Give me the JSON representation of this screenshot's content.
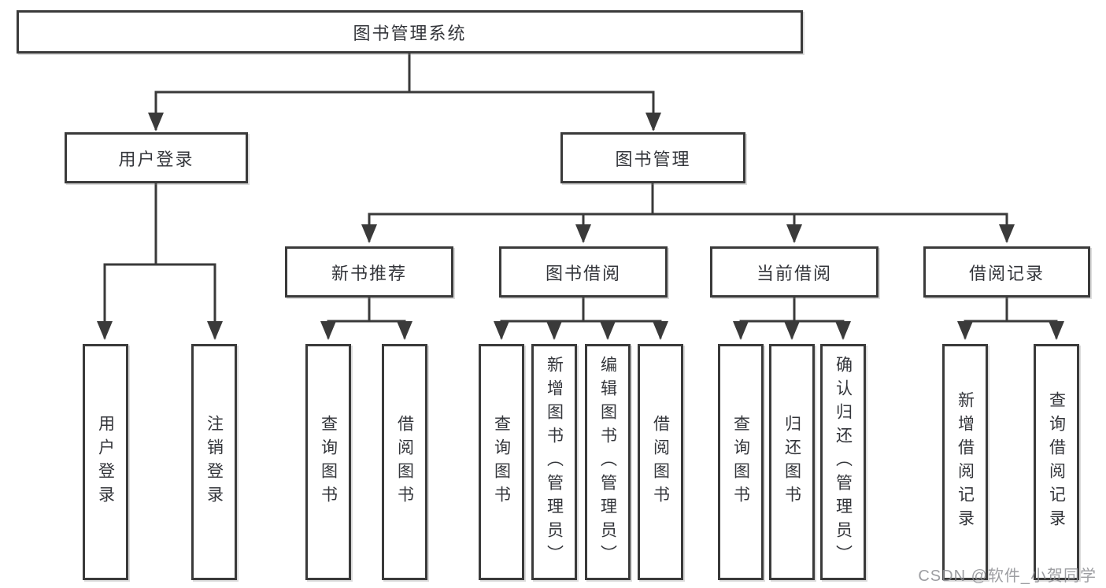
{
  "tree": {
    "root": {
      "label": "图书管理系统"
    },
    "level2": [
      {
        "label": "用户登录"
      },
      {
        "label": "图书管理"
      }
    ],
    "level3": [
      {
        "label": "新书推荐"
      },
      {
        "label": "图书借阅"
      },
      {
        "label": "当前借阅"
      },
      {
        "label": "借阅记录"
      }
    ],
    "leaves": [
      {
        "label": "用户登录"
      },
      {
        "label": "注销登录"
      },
      {
        "label": "查询图书"
      },
      {
        "label": "借阅图书"
      },
      {
        "label": "查询图书"
      },
      {
        "label": "新增图书（管理员）"
      },
      {
        "label": "编辑图书（管理员）"
      },
      {
        "label": "借阅图书"
      },
      {
        "label": "查询图书"
      },
      {
        "label": "归还图书"
      },
      {
        "label": "确认归还（管理员）"
      },
      {
        "label": "新增借阅记录"
      },
      {
        "label": "查询借阅记录"
      }
    ]
  },
  "watermark": {
    "text": "CSDN @软件_小贺同学"
  },
  "colors": {
    "line": "#3a3a3a",
    "text": "#34363b",
    "watermark": "#8c8d92",
    "background": "#ffffff"
  }
}
